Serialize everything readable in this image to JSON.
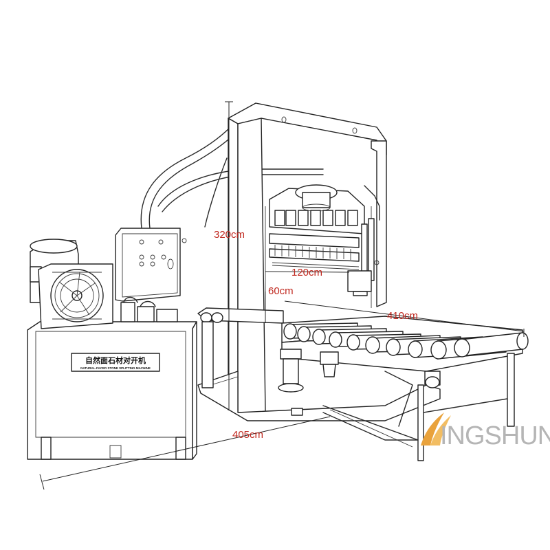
{
  "dimensions": {
    "height": "320cm",
    "width_cut": "120cm",
    "opening": "60cm",
    "conveyor_length": "410cm",
    "overall_length": "405cm"
  },
  "machine_plate": {
    "title_cn": "自然面石材对开机",
    "subtitle_en": "NATURAL-FACED STONE SPLITTING MACHINE"
  },
  "brand": {
    "text": "INGSHUN",
    "logo": "kingshun-k-logo-icon"
  },
  "colors": {
    "dimension_text": "#c0281f",
    "line_art": "#2a2a2a",
    "brand_gray": "#b5b5b5",
    "logo_orange": "#e9a23b"
  }
}
